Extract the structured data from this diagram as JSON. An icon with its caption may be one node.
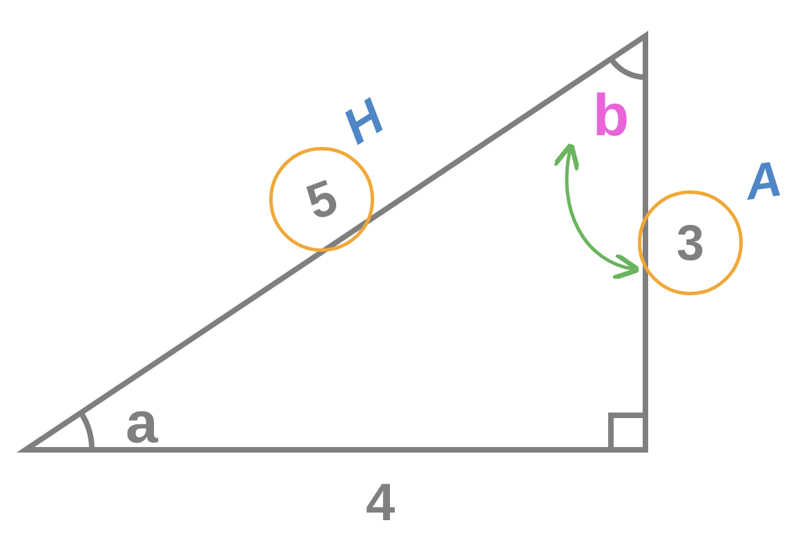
{
  "diagram": {
    "nodes": [
      {
        "text": [
          "5"
        ]
      },
      {
        "text": [
          "b"
        ]
      },
      {
        "text": [
          "3"
        ]
      }
    ],
    "edges": [
      {
        "from": 1,
        "to": 2,
        "arrow": "both",
        "color": "#6ab45e"
      }
    ],
    "labels": [
      "H",
      "A",
      "a",
      "4"
    ]
  }
}
